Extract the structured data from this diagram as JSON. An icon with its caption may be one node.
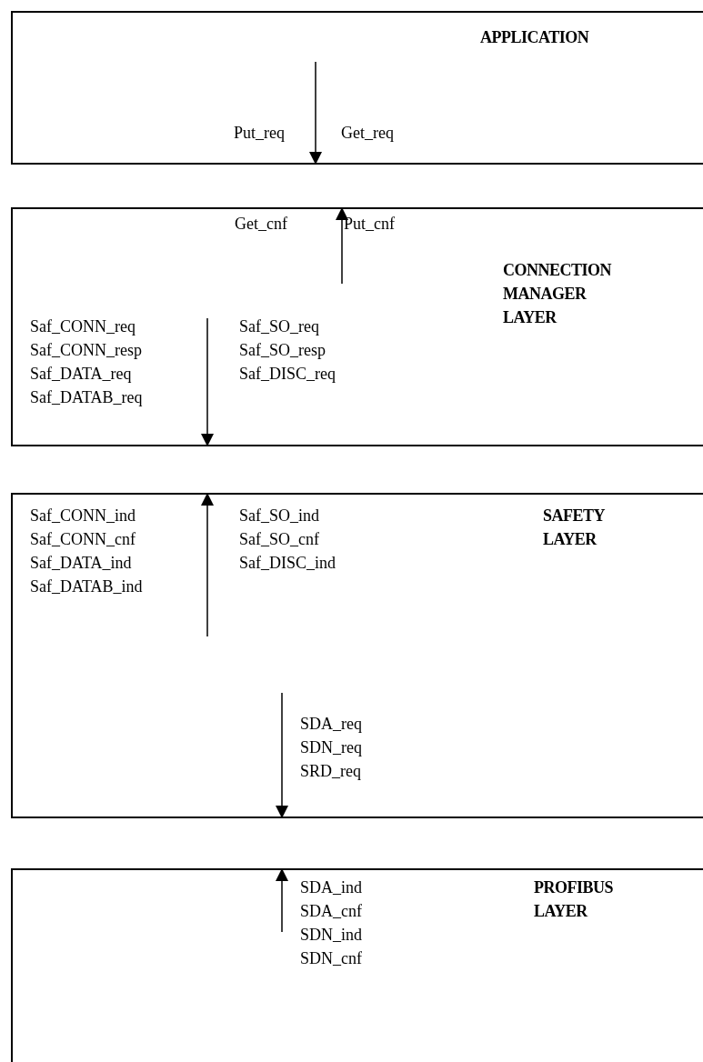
{
  "diagram": {
    "nodes": [
      {
        "text": [
          "APPLICATION",
          "Put_req",
          "Get_req"
        ]
      },
      {
        "text": [
          "Get_cnf",
          "Put_cnf",
          "CONNECTION MANAGER LAYER",
          "Saf_CONN_req",
          "Saf_CONN_resp",
          "Saf_DATA_req",
          "Saf_DATAB_req",
          "Saf_SO_req",
          "Saf_SO_resp",
          "Saf_DISC_req"
        ]
      },
      {
        "text": [
          "Saf_CONN_ind",
          "Saf_CONN_cnf",
          "Saf_DATA_ind",
          "Saf_DATAB_ind",
          "Saf_SO_ind",
          "Saf_SO_cnf",
          "Saf_DISC_ind",
          "SAFETY LAYER",
          "SDA_req",
          "SDN_req",
          "SRD_req"
        ]
      },
      {
        "text": [
          "SDA_ind",
          "SDA_cnf",
          "SDN_ind",
          "SDN_cnf",
          "PROFIBUS LAYER"
        ]
      }
    ],
    "edges": [
      {
        "from": null,
        "to": 0,
        "arrow": "to"
      },
      {
        "from": null,
        "to": 1,
        "arrow": "to"
      },
      {
        "from": null,
        "to": 1,
        "arrow": "to"
      },
      {
        "from": null,
        "to": 2,
        "arrow": "to"
      },
      {
        "from": null,
        "to": 2,
        "arrow": "to"
      },
      {
        "from": null,
        "to": 3,
        "arrow": "to"
      }
    ]
  }
}
